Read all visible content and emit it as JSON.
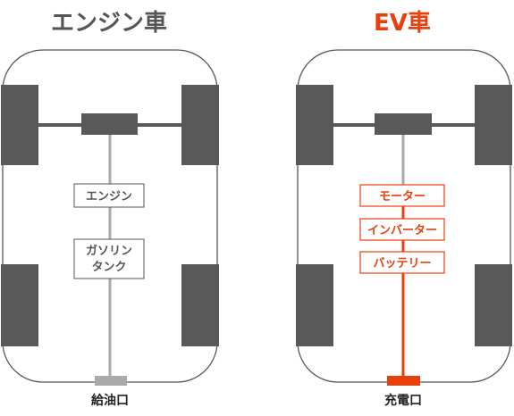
{
  "colors": {
    "gray": "#595959",
    "light_gray": "#aaaaaa",
    "accent": "#e8400c",
    "outline": "#555555"
  },
  "engine": {
    "title": "エンジン車",
    "components": [
      "エンジン",
      "ガソリン",
      "タンク"
    ],
    "port": "給油口"
  },
  "ev": {
    "title": "EV車",
    "components": [
      "モーター",
      "インバーター",
      "バッテリー"
    ],
    "port": "充電口"
  }
}
